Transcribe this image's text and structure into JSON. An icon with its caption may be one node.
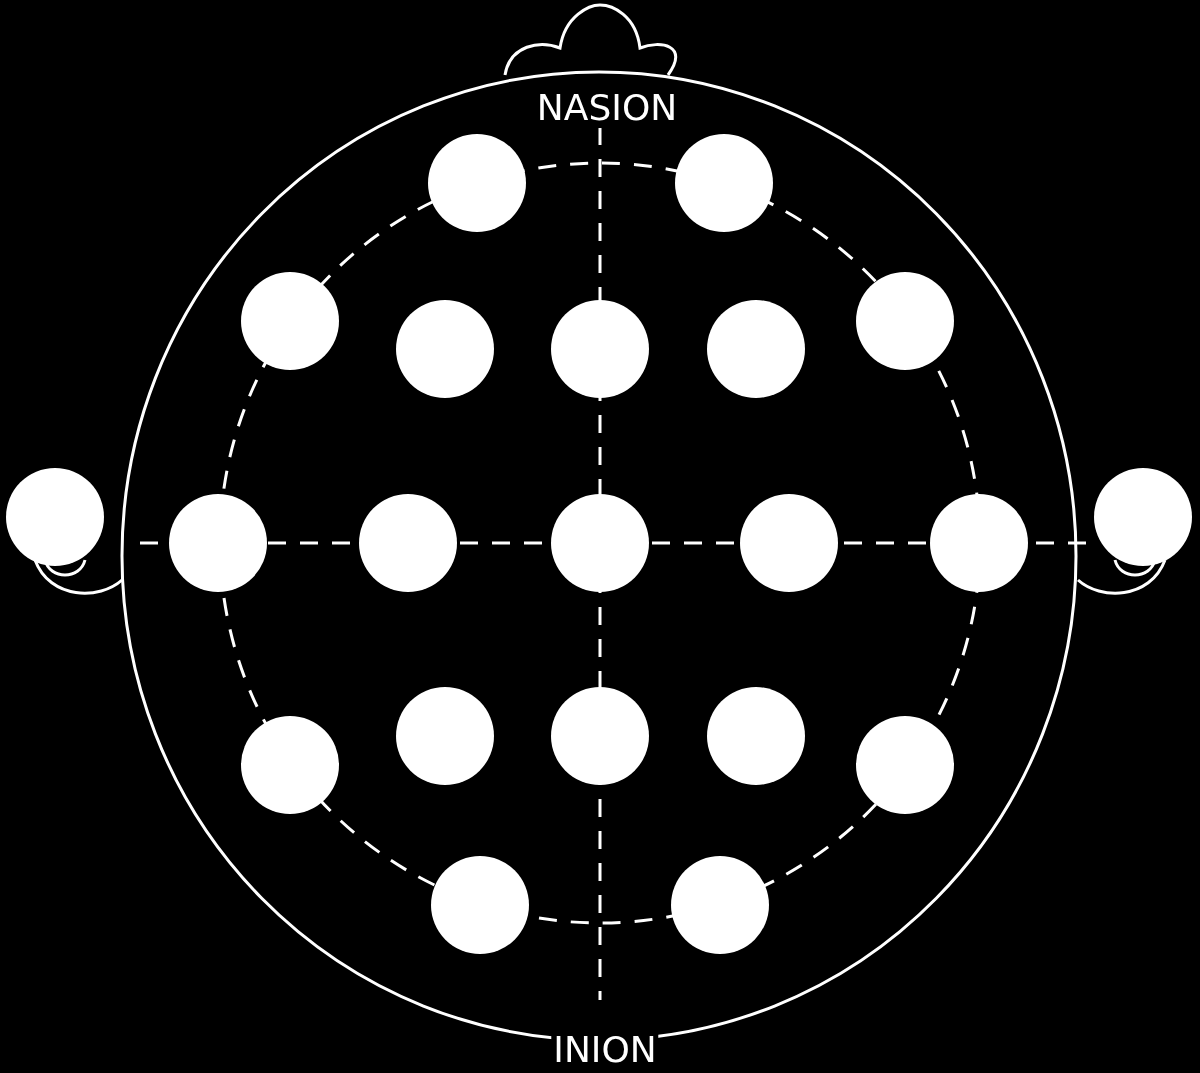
{
  "diagram": {
    "nodes": [
      {
        "text": [],
        "shape": "circle"
      },
      {
        "text": [],
        "shape": "circle"
      },
      {
        "text": [],
        "shape": "circle"
      },
      {
        "text": [],
        "shape": "circle"
      },
      {
        "text": [],
        "shape": "circle"
      },
      {
        "text": [],
        "shape": "circle"
      },
      {
        "text": [],
        "shape": "circle"
      },
      {
        "text": [],
        "shape": "circle"
      },
      {
        "text": [],
        "shape": "circle"
      },
      {
        "text": [],
        "shape": "circle"
      },
      {
        "text": [],
        "shape": "circle"
      },
      {
        "text": [],
        "shape": "circle"
      },
      {
        "text": [],
        "shape": "circle"
      },
      {
        "text": [],
        "shape": "circle"
      },
      {
        "text": [],
        "shape": "circle"
      },
      {
        "text": [],
        "shape": "circle"
      },
      {
        "text": [],
        "shape": "circle"
      },
      {
        "text": [],
        "shape": "circle"
      },
      {
        "text": [],
        "shape": "circle"
      },
      {
        "text": [],
        "shape": "circle"
      },
      {
        "text": [],
        "shape": "circle"
      }
    ],
    "labels": [
      "NASION",
      "INION"
    ]
  }
}
